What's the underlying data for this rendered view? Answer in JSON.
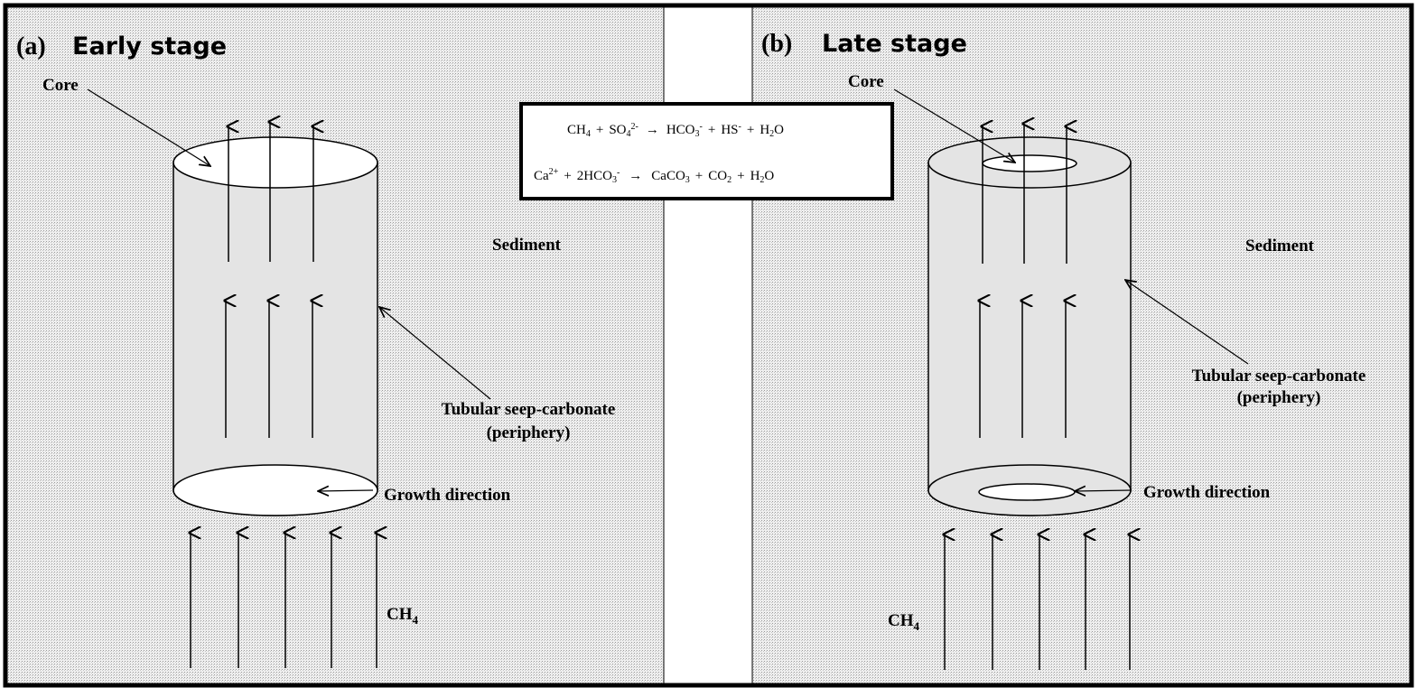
{
  "panel_a": {
    "letter": "(a)",
    "title": "Early stage",
    "core_label": "Core",
    "sediment_label": "Sediment",
    "tubular_label_line1": "Tubular seep-carbonate",
    "tubular_label_line2": "(periphery)",
    "growth_label": "Growth direction",
    "ch4_label": "CH",
    "ch4_sub": "4"
  },
  "panel_b": {
    "letter": "(b)",
    "title": "Late stage",
    "core_label": "Core",
    "sediment_label": "Sediment",
    "tubular_label_line1": "Tubular seep-carbonate",
    "tubular_label_line2": "(periphery)",
    "growth_label": "Growth direction",
    "ch4_label": "CH",
    "ch4_sub": "4"
  },
  "equations": {
    "eq1": {
      "ch": "CH",
      "ch_sub": "4",
      "plus1": "+",
      "so": "SO",
      "so_sub": "4",
      "so_sup": "2-",
      "arrow": "→",
      "hco": "HCO",
      "hco_sub": "3",
      "hco_sup": "-",
      "plus2": "+",
      "hs": "HS",
      "hs_sup": "-",
      "plus3": "+",
      "h": "H",
      "h_sub": "2",
      "o": "O"
    },
    "eq2": {
      "ca": "Ca",
      "ca_sup": "2+",
      "plus1": "+",
      "hco": "2HCO",
      "hco_sub": "3",
      "hco_sup": "-",
      "arrow": "→",
      "caco": "CaCO",
      "caco_sub": "3",
      "plus2": "+",
      "co": "CO",
      "co_sub": "2",
      "plus3": "+",
      "h": "H",
      "h_sub": "2",
      "o": "O"
    }
  },
  "colors": {
    "background_pattern": "#e6e6e6",
    "cylinder_fill": "#e4e4e4",
    "stroke": "#000000",
    "panel_divider_fill": "#ffffff"
  }
}
